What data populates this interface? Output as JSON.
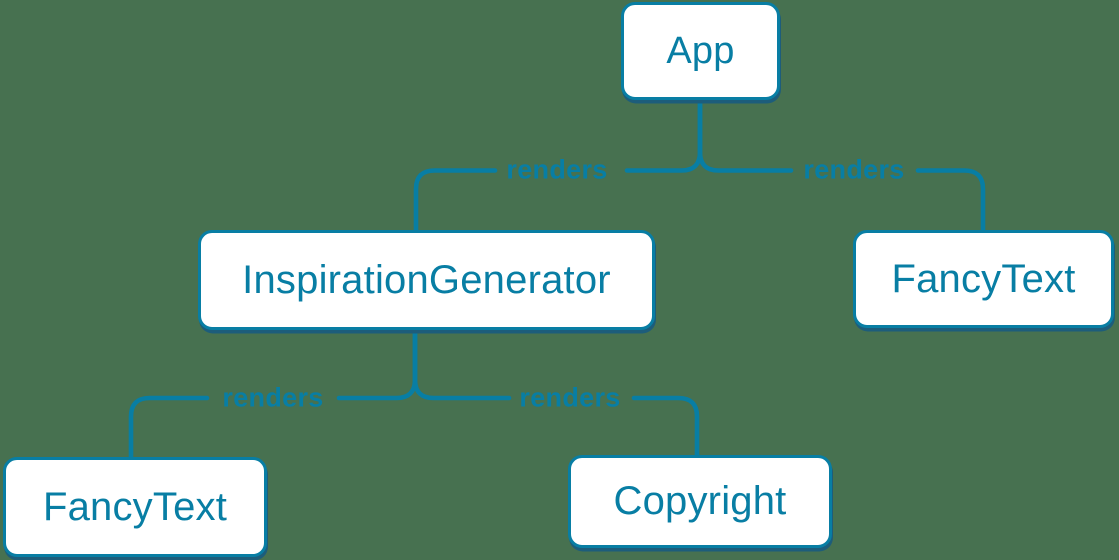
{
  "diagram": {
    "type": "render-tree",
    "background_color": "#477150",
    "accent_color": "#087ea4",
    "node_background_color": "#ffffff",
    "shadow_color": "#1d5d7b",
    "nodes": [
      {
        "id": "app",
        "label": "App"
      },
      {
        "id": "inspiration-generator",
        "label": "InspirationGenerator"
      },
      {
        "id": "fancy-text-top-right",
        "label": "FancyText"
      },
      {
        "id": "fancy-text-bottom-left",
        "label": "FancyText"
      },
      {
        "id": "copyright",
        "label": "Copyright"
      }
    ],
    "edges": [
      {
        "from": "App",
        "to": "InspirationGenerator",
        "label": "renders"
      },
      {
        "from": "App",
        "to": "FancyText",
        "label": "renders"
      },
      {
        "from": "InspirationGenerator",
        "to": "FancyText",
        "label": "renders"
      },
      {
        "from": "InspirationGenerator",
        "to": "Copyright",
        "label": "renders"
      }
    ]
  }
}
